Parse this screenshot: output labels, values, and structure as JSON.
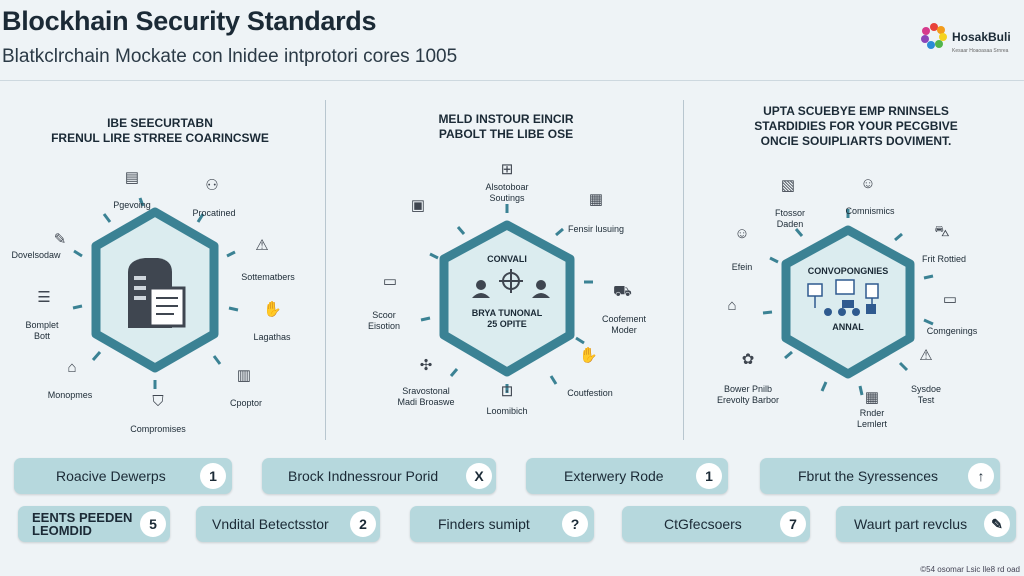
{
  "header": {
    "title": "Blockhain Security Standards",
    "subtitle": "Blatkclrchain Mockate con lnidee intprotori cores 1005",
    "logo_text": "HosakBuli",
    "logo_sub": "Kesaar Hoaoasaa Srnrea"
  },
  "panels": [
    {
      "heading": [
        "IBE SEECURTABN",
        "FRENUL LIRE STRREE COARINCSWE"
      ],
      "core_icon": "server-document-icon",
      "labels": [
        {
          "text": "Pgevoing",
          "icon": "document-stack-icon"
        },
        {
          "text": "Procatined",
          "icon": "people-icon"
        },
        {
          "text": "Sottematbers",
          "icon": "warning-icon"
        },
        {
          "text": "Lagathas",
          "icon": "hand-icon"
        },
        {
          "text": "Cpoptor",
          "icon": "clipboard-icon"
        },
        {
          "text": "Compromises",
          "icon": "shield-icon"
        },
        {
          "text": "Monopmes",
          "icon": "bank-icon"
        },
        {
          "text": "Bomplet\nBott",
          "icon": "list-icon"
        },
        {
          "text": "Dovelsodaw",
          "icon": "pen-icon"
        }
      ]
    },
    {
      "heading": [
        "MELD INSTOUR EINCIR",
        "PABOLT THE LIBE OSE"
      ],
      "core_text_top": "CONVALI",
      "core_text_bottom": [
        "BRYA TUNONAL",
        "25 OPITE"
      ],
      "labels": [
        {
          "text": "Alsotoboar\nSoutings",
          "icon": "network-icon"
        },
        {
          "text": "Fensir lusuing",
          "icon": "building-icon"
        },
        {
          "text": "Coofement\nModer",
          "icon": "truck-icon"
        },
        {
          "text": "Coutfestion",
          "icon": "hand-icon"
        },
        {
          "text": "Loomibich",
          "icon": "lock-icon"
        },
        {
          "text": "Sravostonal\nMadi Broaswe",
          "icon": "puzzle-icon"
        },
        {
          "text": "Scoor\nEisotion",
          "icon": "document-icon"
        },
        {
          "text": "",
          "icon": "device-icon"
        }
      ]
    },
    {
      "heading": [
        "UPTA SCUEBYE EMP RNINSELS",
        "STARDIDIES FOR YOUR PECGBIVE",
        "ONCIE SOUIPLIARTS DOVIMENT."
      ],
      "core_text_top": "CONVOPONGNIES",
      "core_text_bottom": [
        "ANNAL"
      ],
      "labels": [
        {
          "text": "Ftossor\nDaden",
          "icon": "image-icon"
        },
        {
          "text": "Comnismics",
          "icon": "person-icon"
        },
        {
          "text": "Frit Rottied",
          "icon": "car-icon"
        },
        {
          "text": "Comgenings",
          "icon": "screen-icon"
        },
        {
          "text": "Sysdoe\nTest",
          "icon": "warning-icon"
        },
        {
          "text": "Rnder\nLemlert",
          "icon": "building-icon"
        },
        {
          "text": "Bower Pnilb\nErevolty Barbor",
          "icon": "brain-icon"
        },
        {
          "text": "",
          "icon": "bank-icon"
        },
        {
          "text": "Efein",
          "icon": "person-icon"
        }
      ]
    }
  ],
  "buttons_row1": [
    {
      "label": "Roacive Dewerps",
      "badge": "1"
    },
    {
      "label": "Brock Indnessrour Porid",
      "badge": "X"
    },
    {
      "label": "Exterwery Rode",
      "badge": "1"
    },
    {
      "label": "Fbrut the Syressences",
      "badge": "↑"
    }
  ],
  "buttons_row2": [
    {
      "label": "EENTS PEEDEN\nLEOMDID",
      "badge": "5"
    },
    {
      "label": "Vndital Betectsstor",
      "badge": "2"
    },
    {
      "label": "Finders sumipt",
      "badge": "?"
    },
    {
      "label": "CtGfecsoers",
      "badge": "7"
    },
    {
      "label": "Waurt part revclus",
      "badge": "✎"
    }
  ],
  "footer": "©54 osomar Lsic lle8 rd oad",
  "colors": {
    "hex_stroke": "#3b8294",
    "hex_fill": "#dbecef",
    "pill": "#b6d8dd",
    "accent_blue": "#2f5a8f"
  }
}
